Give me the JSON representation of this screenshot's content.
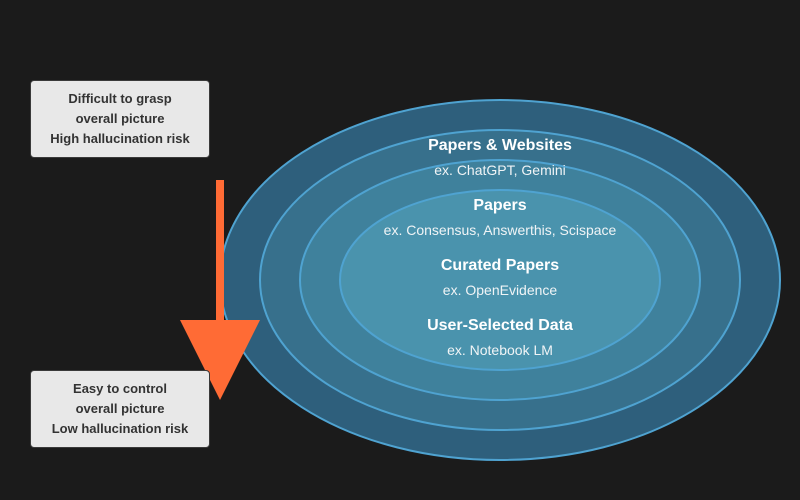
{
  "top_box": {
    "lines": [
      "Difficult to grasp",
      "overall picture",
      "High hallucination risk"
    ]
  },
  "bottom_box": {
    "lines": [
      "Easy to control",
      "overall picture",
      "Low hallucination risk"
    ]
  },
  "arrow": {
    "icon": "down-arrow-icon",
    "color": "#ff6b35"
  },
  "layers": [
    {
      "title": "Papers & Websites",
      "example": "ex. ChatGPT, Gemini",
      "fill": "#2e5f7c"
    },
    {
      "title": "Papers",
      "example": "ex. Consensus, Answerthis, Scispace",
      "fill": "#37708c"
    },
    {
      "title": "Curated Papers",
      "example": "ex. OpenEvidence",
      "fill": "#3f819c"
    },
    {
      "title": "User-Selected Data",
      "example": "ex. Notebook LM",
      "fill": "#4a93ad"
    }
  ],
  "colors": {
    "background": "#1b1b1b",
    "ring_stroke": "#4fa3d1",
    "box_fill": "#e8e8e8"
  }
}
